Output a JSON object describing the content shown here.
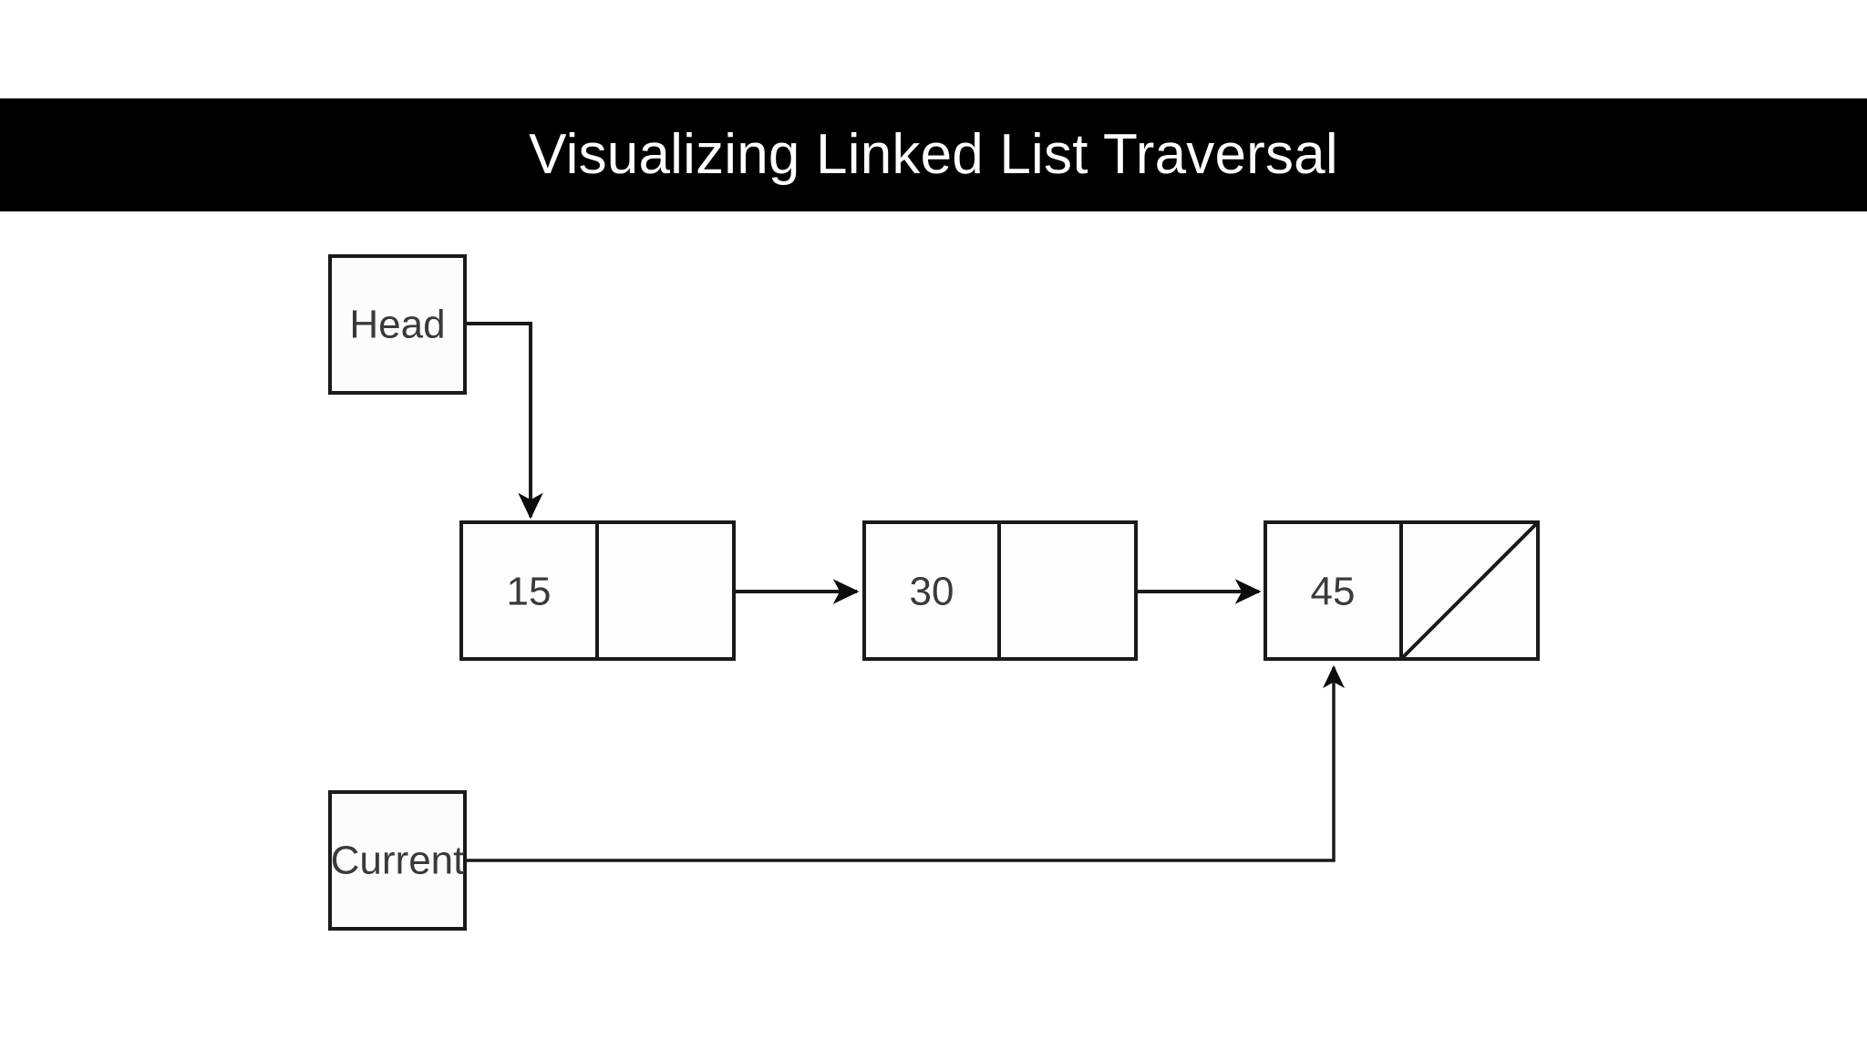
{
  "header": {
    "title": "Visualizing Linked List Traversal",
    "background_color": "#000000",
    "text_color": "#ffffff"
  },
  "canvas": {
    "background_color": "#ffffff",
    "stroke_color": "#1a1a1a",
    "label_color": "#3a3a3a"
  },
  "diagram": {
    "type": "linked-list",
    "pointers": [
      {
        "id": "head",
        "label": "Head",
        "targets": "node-15"
      },
      {
        "id": "current",
        "label": "Current",
        "targets": "node-45"
      }
    ],
    "nodes": [
      {
        "id": "node-15",
        "value": "15",
        "next": "node-30",
        "null_next": false
      },
      {
        "id": "node-30",
        "value": "30",
        "next": "node-45",
        "null_next": false
      },
      {
        "id": "node-45",
        "value": "45",
        "next": "",
        "null_next": true
      }
    ],
    "null_marker": "diagonal-slash"
  }
}
